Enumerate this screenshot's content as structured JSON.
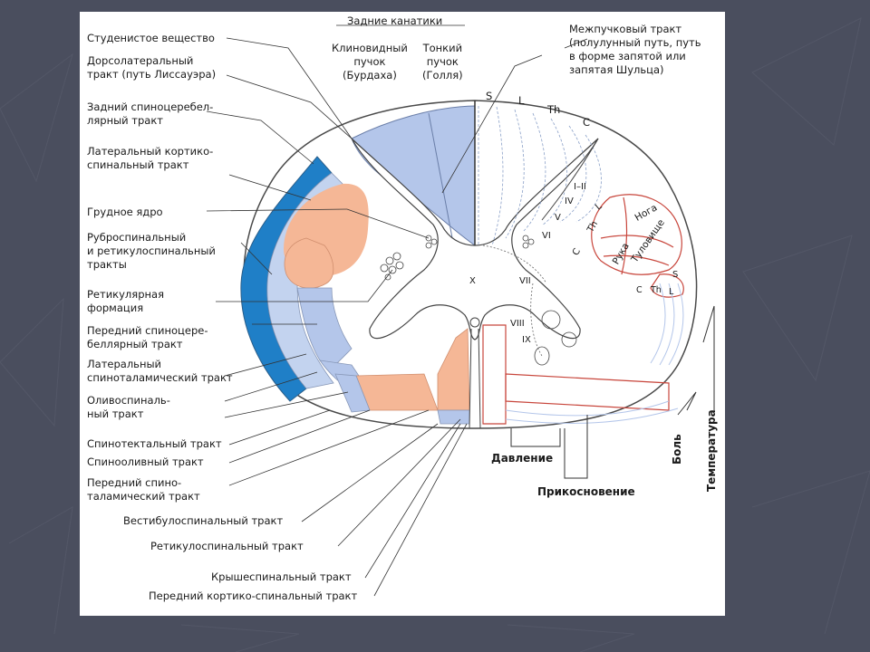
{
  "colors": {
    "page_bg": "#4a4e5e",
    "panel_bg": "#ffffff",
    "dark_blue": "#1f7fc7",
    "light_blue": "#b4c6ea",
    "salmon": "#f5b796",
    "red_outline": "#c8463c"
  },
  "top": {
    "dorsal_columns": "Задние канатики",
    "cuneate": "Клиновидный\nпучок\n(Бурдаха)",
    "gracile": "Тонкий\nпучок\n(Голля)",
    "interfascicular": "Межпучковый тракт\n(полулунный путь, путь\nв форме запятой или\nзапятая Шульца)"
  },
  "left_labels": {
    "gelatinosa": "Студенистое вещество",
    "lissauer": "Дорсолатеральный\nтракт (путь Лиссауэра)",
    "post_spinocerebellar": "Задний спиноцеребел-\nлярный тракт",
    "lat_corticospinal": "Латеральный кортико-\nспинальный тракт",
    "thoracic_nucleus": "Грудное ядро",
    "rubro_reticulo": "Руброспинальный\nи ретикулоспинальный\nтракты",
    "reticular_formation": "Ретикулярная\nформация",
    "ant_spinocerebellar": "Передний  спиноцере-\nбеллярный тракт",
    "lat_spinothalamic": "Латеральный\nспиноталамический тракт",
    "olivospinal": "Оливоспиналь-\nный тракт",
    "spinotectal": "Спинотектальный тракт",
    "spino_olivary": "Спинооливный тракт",
    "ant_spinothalamic": "Передний спино-\nталамический тракт"
  },
  "bottom_labels": {
    "vestibulospinal": "Вестибулоспинальный тракт",
    "reticulospinal": "Ретикулоспинальный тракт",
    "tectospinal": "Крышеспинальный тракт",
    "ant_corticospinal": "Передний кортико-спинальный тракт"
  },
  "right_labels": {
    "pressure": "Давление",
    "touch": "Прикосновение",
    "pain": "Боль",
    "temperature": "Температура"
  },
  "segments": {
    "s": "S",
    "l": "L",
    "th": "Th",
    "c": "C"
  },
  "laminae": {
    "i_ii": "I–II",
    "iv": "IV",
    "v": "V",
    "vi": "VI",
    "vii": "VII",
    "viii": "VIII",
    "ix": "IX",
    "x": "X"
  },
  "somatotopy": {
    "leg": "Нога",
    "trunk": "Туловище",
    "arm": "Рука",
    "c": "C",
    "th": "Th",
    "l": "L",
    "s": "S"
  }
}
